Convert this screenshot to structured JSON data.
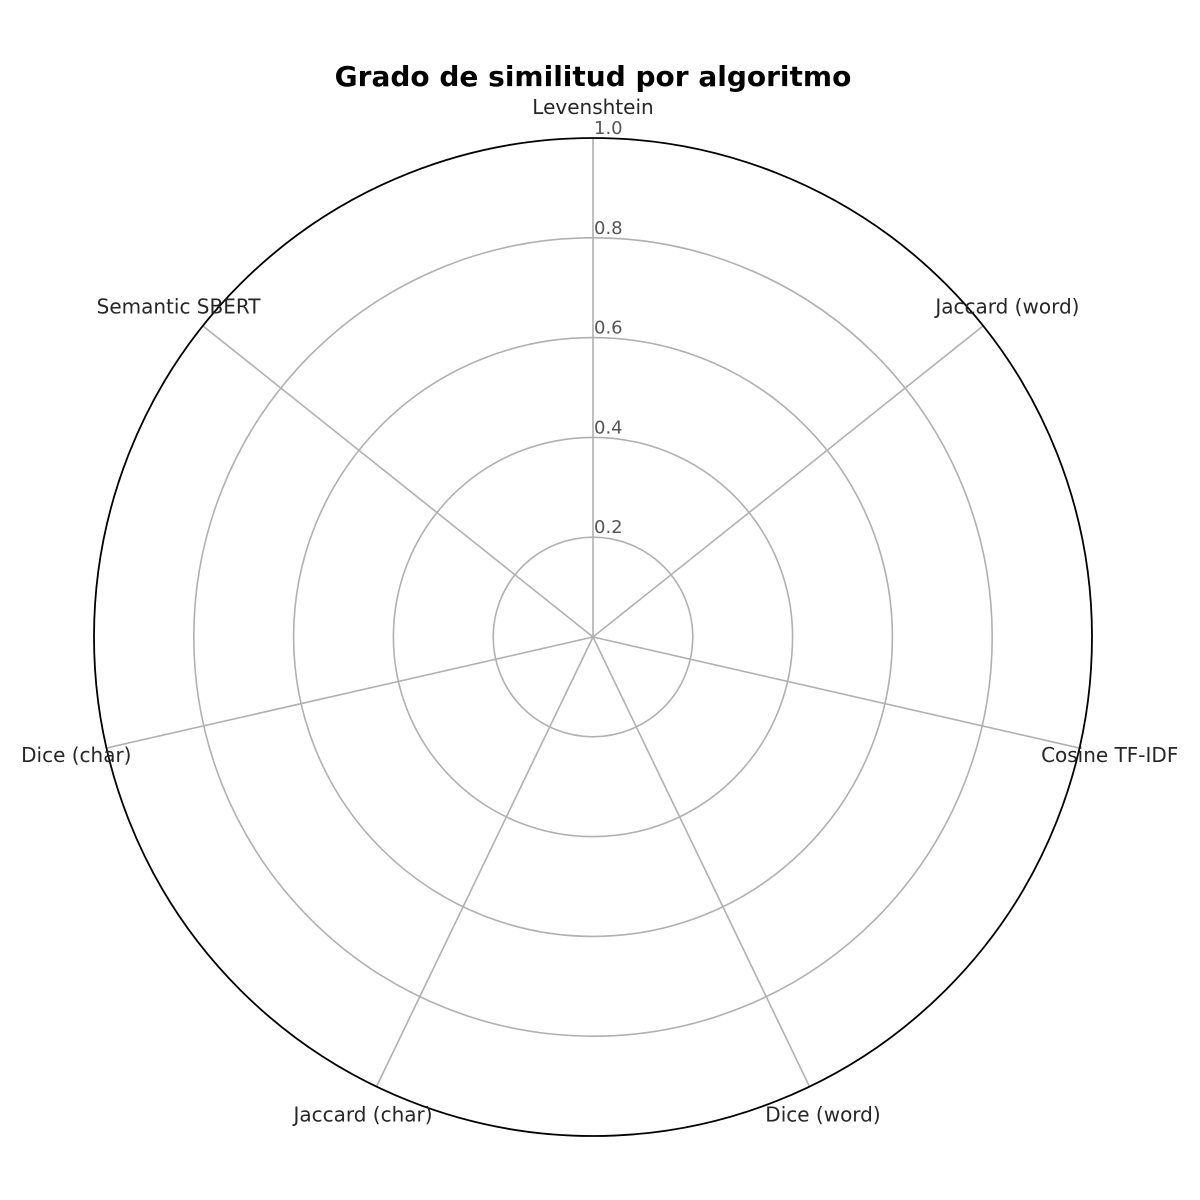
{
  "chart_data": {
    "type": "radar",
    "title": "Grado de similitud por algoritmo",
    "categories": [
      "Levenshtein",
      "Jaccard (word)",
      "Cosine TF-IDF",
      "Dice (word)",
      "Jaccard (char)",
      "Dice (char)",
      "Semantic SBERT"
    ],
    "series": [],
    "rlim": [
      0,
      1.0
    ],
    "rticks": [
      0.2,
      0.4,
      0.6,
      0.8,
      1.0
    ],
    "rtick_labels": [
      "0.2",
      "0.4",
      "0.6",
      "0.8",
      "1.0"
    ],
    "grid": true,
    "colors": {
      "grid": "#b0b0b0",
      "outer_ring": "#000000",
      "axis_label": "#262626",
      "tick_label": "#555555"
    }
  }
}
